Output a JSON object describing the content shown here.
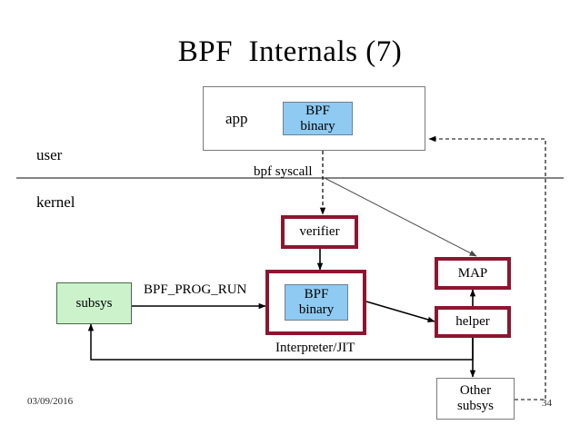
{
  "slide": {
    "title": "BPF  Internals (7)",
    "date": "03/09/2016",
    "page_number": "34"
  },
  "layers": {
    "user_label": "user",
    "kernel_label": "kernel"
  },
  "boxes": {
    "app": "app",
    "app_bpf_binary": "BPF\nbinary",
    "verifier": "verifier",
    "subsys": "subsys",
    "interpreter_bpf_binary": "BPF\nbinary",
    "map": "MAP",
    "helper": "helper",
    "other_subsys": "Other\nsubsys"
  },
  "edge_labels": {
    "bpf_syscall": "bpf syscall",
    "bpf_prog_run": "BPF_PROG_RUN",
    "interpreter_jit": "Interpreter/JIT"
  },
  "colors": {
    "maroon": "#8c1630",
    "blue_fill": "#8ecaf2",
    "green_fill": "#ccf2cc",
    "thin_border": "#7a7a7a",
    "wire": "#000000",
    "text": "#000000"
  }
}
